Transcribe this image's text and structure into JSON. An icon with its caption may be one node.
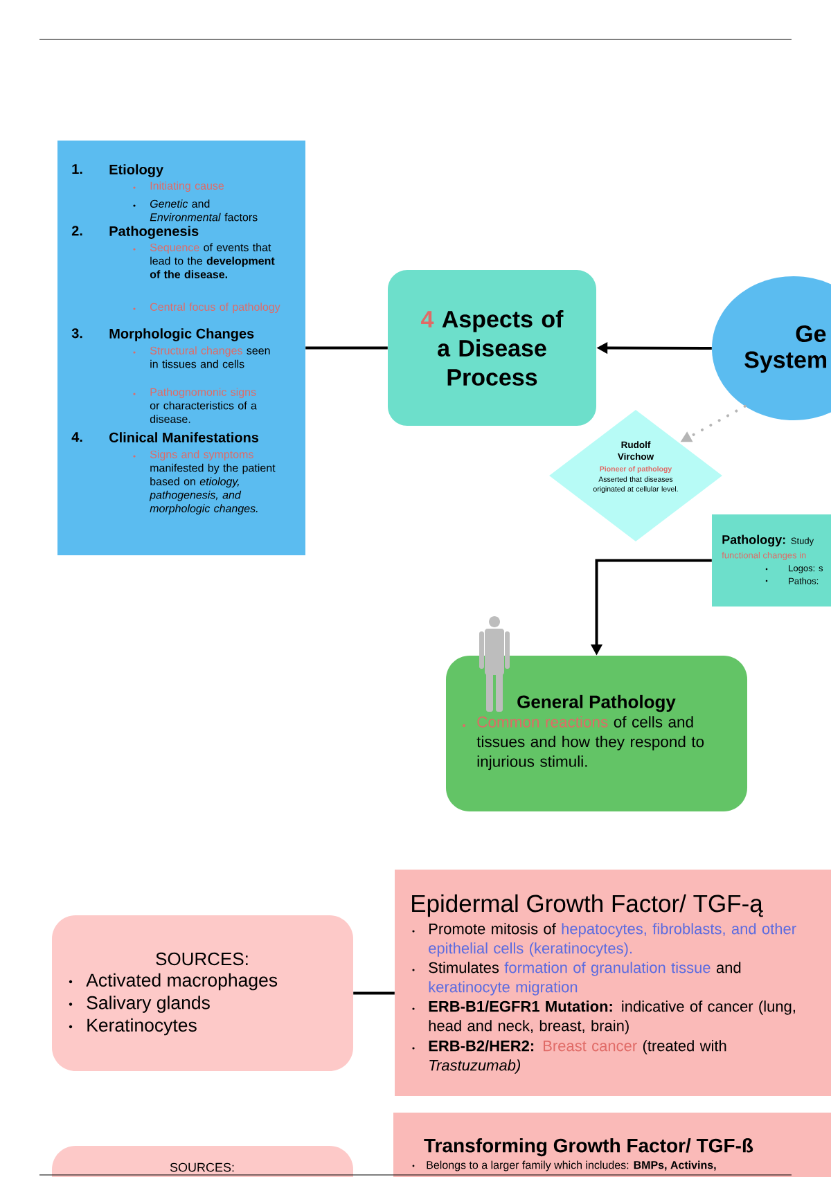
{
  "diagram": {
    "nodes": [
      {
        "text": [
          "1.",
          "Etiology",
          "Initiating cause",
          "*Genetic* and *Environmental* factors",
          "2.",
          "Pathogenesis",
          "Sequence",
          "of events that lead to the **development of the disease.**",
          "Central focus of pathology",
          "3.",
          "Morphologic Changes",
          "Structural changes",
          "seen in tissues and cells",
          "Pathognomonic signs",
          "or characteristics of a disease.",
          "4.",
          "Clinical Manifestations",
          "Signs and symptoms",
          "manifested by the patient based on *etiology, pathogenesis, and morphologic changes.*"
        ]
      },
      {
        "text": [
          "4",
          "Aspects of a Disease Process"
        ]
      },
      {
        "text": [
          "Ge",
          "System"
        ]
      },
      {
        "text": [
          "Rudolf Virchow",
          "Pioneer of pathology",
          "Asserted that diseases originated at cellular level."
        ]
      },
      {
        "text": [
          "Pathology:",
          "Study",
          "functional changes in",
          "Logos: s",
          "Pathos:"
        ]
      },
      {
        "text": [
          "General Pathology",
          "Common reactions",
          "of cells and tissues and how they respond to injurious stimuli."
        ]
      },
      {
        "text": [
          "SOURCES:",
          "Activated macrophages",
          "Salivary glands",
          "Keratinocytes"
        ]
      },
      {
        "text": [
          "Epidermal Growth Factor/ TGF-ą",
          "Promote mitosis of",
          "hepatocytes, fibroblasts, and other epithelial cells (keratinocytes).",
          "Stimulates",
          "formation of granulation tissue",
          "and",
          "keratinocyte migration",
          "**ERB-B1/EGFR1 Mutation:** indicative of cancer (lung, head and neck, breast, brain)",
          "**ERB-B2/HER2:**",
          "Breast cancer",
          "(treated with *Trastuzumab)*"
        ]
      },
      {
        "text": [
          "SOURCES:"
        ]
      },
      {
        "text": [
          "Transforming Growth Factor/ TGF-ß",
          "Belongs to a larger family which includes: **BMPs, Activins,**"
        ]
      }
    ],
    "edges": [
      {
        "from": 0,
        "to": 1,
        "arrow": "none"
      },
      {
        "from": 2,
        "to": 1,
        "arrow": "to"
      },
      {
        "from": 2,
        "to": 3,
        "arrow": "to",
        "style": "dashed",
        "color": "#b5b5b5"
      },
      {
        "from": 4,
        "to": 5,
        "arrow": "to"
      },
      {
        "from": 6,
        "to": 7,
        "arrow": "none"
      }
    ]
  }
}
